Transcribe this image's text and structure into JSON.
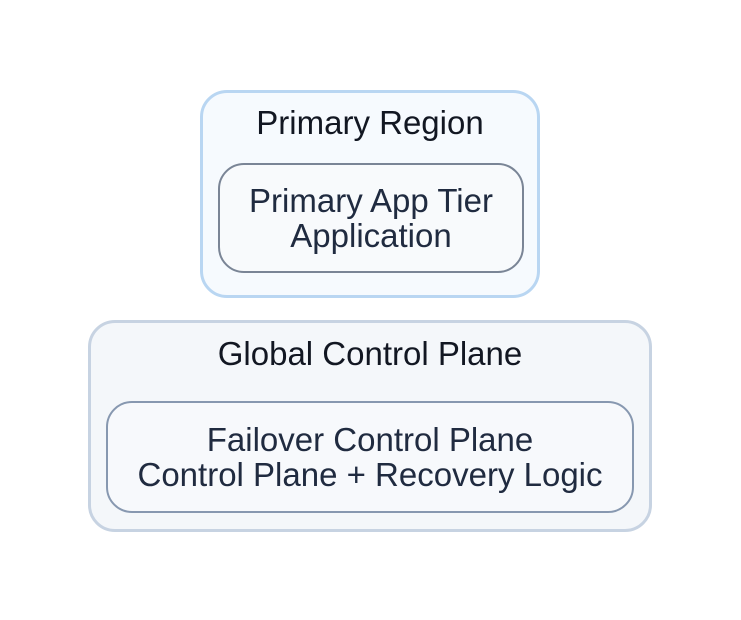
{
  "diagram": {
    "type": "nested-architecture-diagram",
    "background_color": "#ffffff",
    "text_colors": {
      "group_title": "#121722",
      "node_text": "#202b40"
    },
    "groups": [
      {
        "title": "Primary Region",
        "border_color": "#b9d6f2",
        "fill_color": "#f6fafe",
        "node": {
          "title": "Primary App Tier",
          "subtitle": "Application",
          "border_color": "#7a8596",
          "fill_color": "#f8fafc"
        }
      },
      {
        "title": "Global Control Plane",
        "border_color": "#c7d3e2",
        "fill_color": "#f4f7fa",
        "node": {
          "title": "Failover Control Plane",
          "subtitle": "Control Plane + Recovery Logic",
          "border_color": "#8798b0",
          "fill_color": "#f7f9fc"
        }
      }
    ]
  }
}
